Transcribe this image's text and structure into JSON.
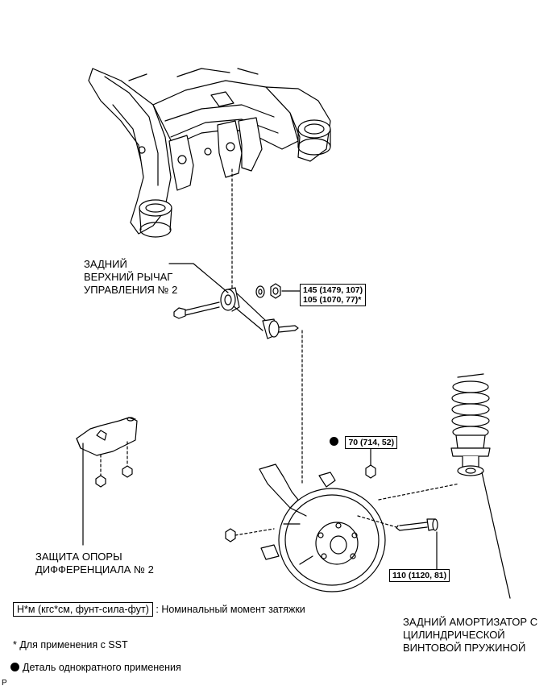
{
  "labels": {
    "upper_arm": [
      "ЗАДНИЙ",
      "ВЕРХНИЙ РЫЧАГ",
      "УПРАВЛЕНИЯ № 2"
    ],
    "diff_guard": [
      "ЗАЩИТА ОПОРЫ",
      "ДИФФЕРЕНЦИАЛА № 2"
    ],
    "shock": [
      "ЗАДНИЙ АМОРТИЗАТОР С",
      "ЦИЛИНДРИЧЕСКОЙ",
      "ВИНТОВОЙ ПРУЖИНОЙ"
    ]
  },
  "torques": {
    "arm_nut": [
      "145 (1479, 107)",
      "105 (1070, 77)*"
    ],
    "knuckle_nut": "70 (714, 52)",
    "shock_bolt": "110 (1120, 81)"
  },
  "legend": {
    "unit_box": "Н*м (кгс*см, фунт-сила-фут)",
    "unit_text": ": Номинальный момент затяжки",
    "sst_note": "* Для применения с SST",
    "single_use": "Деталь однократного применения"
  },
  "corner_mark": "P"
}
